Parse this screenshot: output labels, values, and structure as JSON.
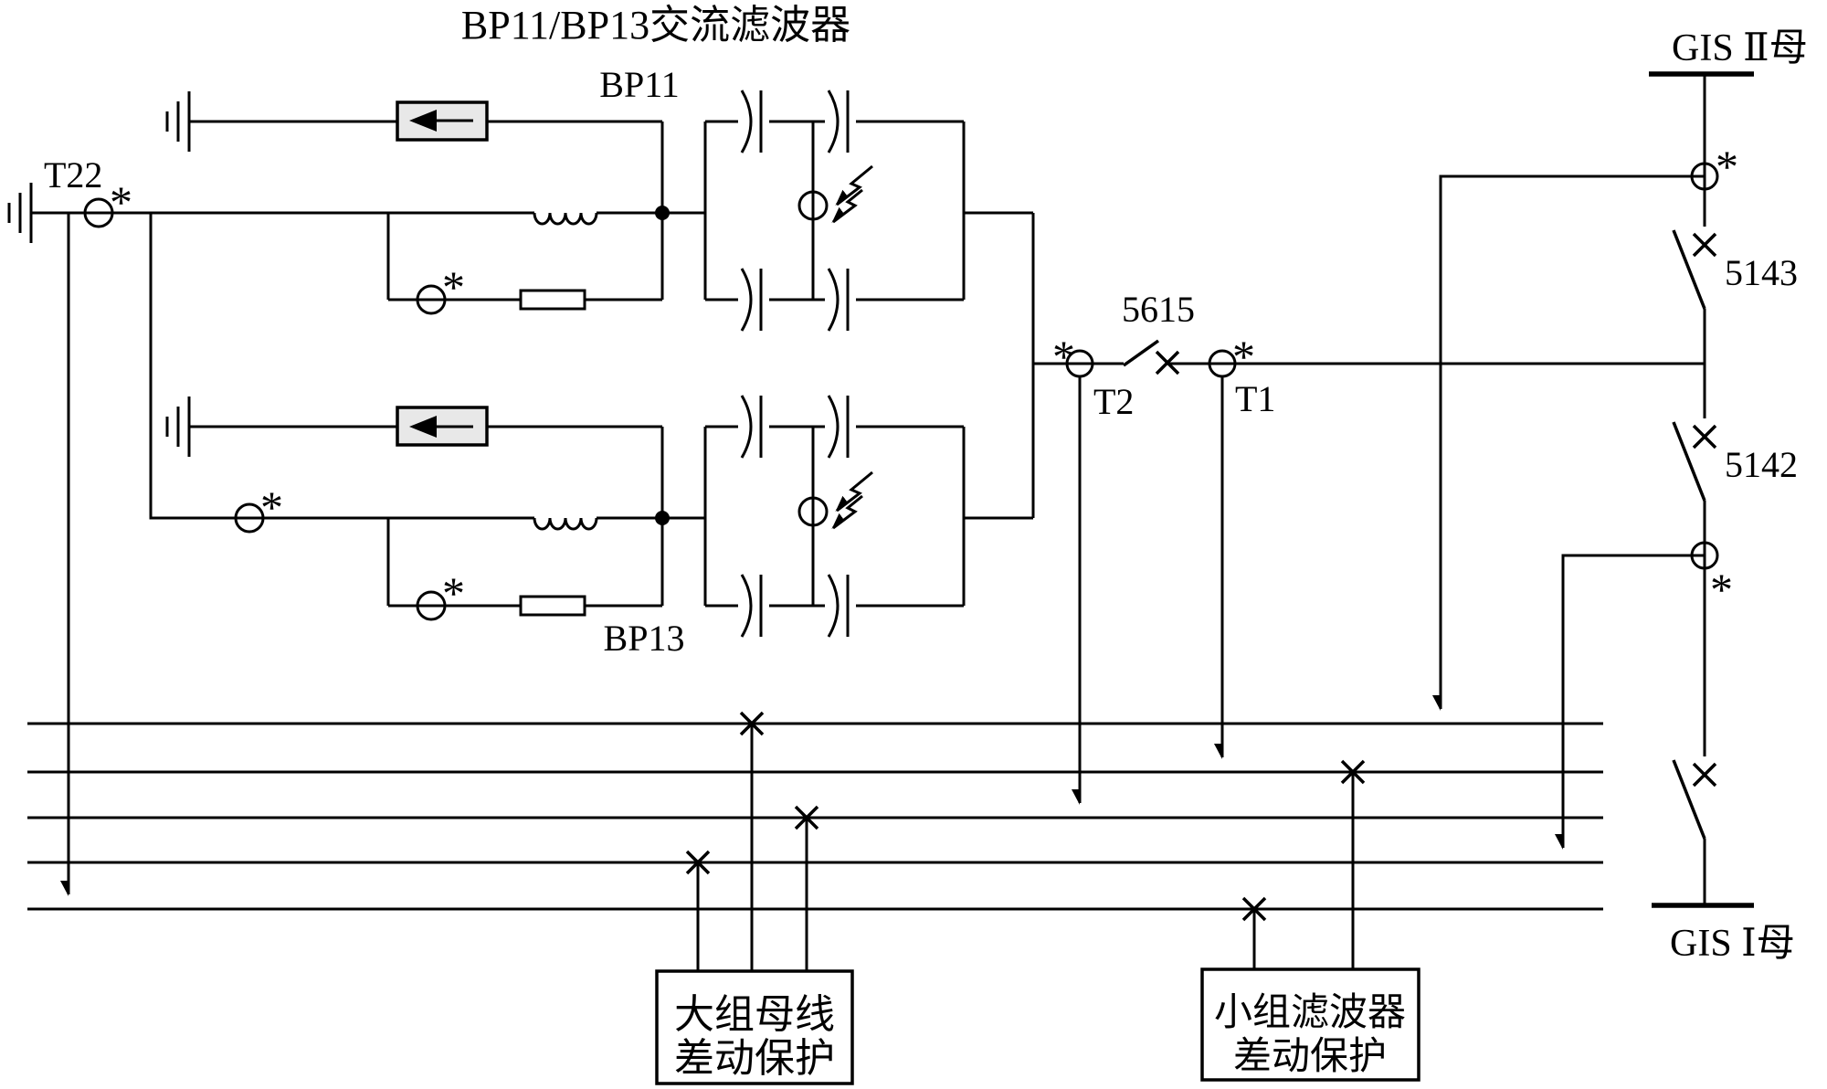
{
  "colors": {
    "ink": "#000000",
    "background": "#ffffff",
    "energy_device_fill": "#e8e8e8"
  },
  "labels": {
    "title": "BP11/BP13交流滤波器",
    "bp11": "BP11",
    "bp13": "BP13",
    "t22": "T22",
    "t2": "T2",
    "t1": "T1",
    "sw_5615": "5615",
    "sw_5143": "5143",
    "sw_5142": "5142",
    "gis_bus_2": "GIS Ⅱ母",
    "gis_bus_1": "GIS Ⅰ母",
    "asterisk": "*"
  },
  "protection_boxes": {
    "bus_diff": {
      "line1": "大组母线",
      "line2": "差动保护"
    },
    "filter_diff": {
      "line1": "小组滤波器",
      "line2": "差动保护"
    }
  },
  "diagram": {
    "type": "electrical-single-line",
    "filters": [
      "BP11",
      "BP13"
    ],
    "bus_wire_count": 5,
    "current_transformers": [
      "T22",
      "BP11-bypass",
      "BP13-main",
      "BP13-bypass",
      "T2",
      "T1",
      "GIS-II-CT",
      "5142-CT"
    ],
    "disconnectors": [
      "5615",
      "5143",
      "5142",
      "unlabeled-lower"
    ],
    "gis_buses": [
      "GIS Ⅱ母",
      "GIS Ⅰ母"
    ],
    "ct_secondary_arrows": [
      {
        "from": "T22-side",
        "to_wire": 5
      },
      {
        "from": "T2",
        "to_wire": 3
      },
      {
        "from": "T1",
        "to_wire": 2
      },
      {
        "from": "GIS-II-CT",
        "to_wire": 1
      },
      {
        "from": "5142-CT",
        "to_wire": 4
      }
    ],
    "protection_taps": [
      {
        "box": "bus_diff",
        "wires": [
          4,
          1,
          3
        ]
      },
      {
        "box": "filter_diff",
        "wires": [
          5,
          2
        ]
      }
    ]
  }
}
